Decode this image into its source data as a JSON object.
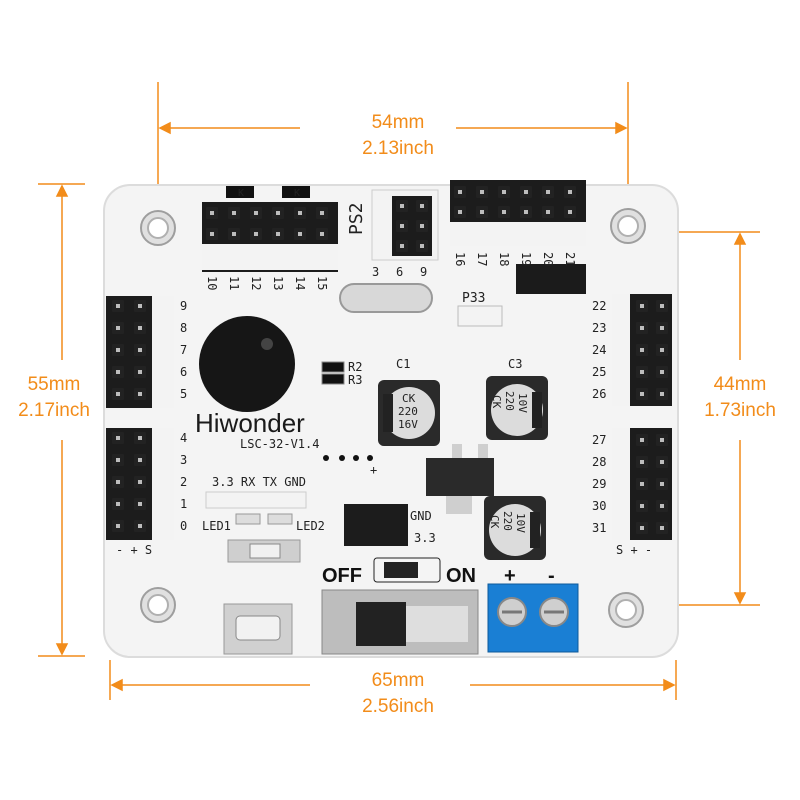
{
  "dimensions": {
    "top": {
      "mm": "54mm",
      "inch": "2.13inch"
    },
    "bottom": {
      "mm": "65mm",
      "inch": "2.56inch"
    },
    "left": {
      "mm": "55mm",
      "inch": "2.17inch"
    },
    "right": {
      "mm": "44mm",
      "inch": "1.73inch"
    }
  },
  "colors": {
    "accent": "#f28c1a",
    "board": "#f4f4f4",
    "terminal": "#1a7fd4"
  },
  "board": {
    "brand": "Hiwonder",
    "model": "LSC-32-V1.4",
    "ps2": "PS2",
    "p33": "P33",
    "r2": "R2",
    "r3": "R3",
    "c1": "C1",
    "c3": "C3",
    "cap1": [
      "CK",
      "220",
      "16V"
    ],
    "cap2": [
      "CK",
      "220",
      "10V"
    ],
    "cap3": [
      "CK",
      "220",
      "10V"
    ],
    "serial": "3.3 RX TX GND",
    "led1": "LED1",
    "led2": "LED2",
    "gnd": "GND",
    "v33": "3.3",
    "off": "OFF",
    "on": "ON",
    "plus": "+",
    "minus": "-",
    "top_pins": [
      "10",
      "11",
      "12",
      "13",
      "14",
      "15"
    ],
    "top_right_pins": [
      "16",
      "17",
      "18",
      "19",
      "20",
      "21"
    ],
    "ps2_pins": [
      "3",
      "6",
      "9"
    ],
    "left_pins_a": [
      "9",
      "8",
      "7",
      "6",
      "5"
    ],
    "left_pins_b": [
      "4",
      "3",
      "2",
      "1",
      "0"
    ],
    "right_pins_a": [
      "22",
      "23",
      "24",
      "25",
      "26"
    ],
    "right_pins_b": [
      "27",
      "28",
      "29",
      "30",
      "31"
    ],
    "left_sign": "- + S",
    "right_sign": "S + -"
  }
}
